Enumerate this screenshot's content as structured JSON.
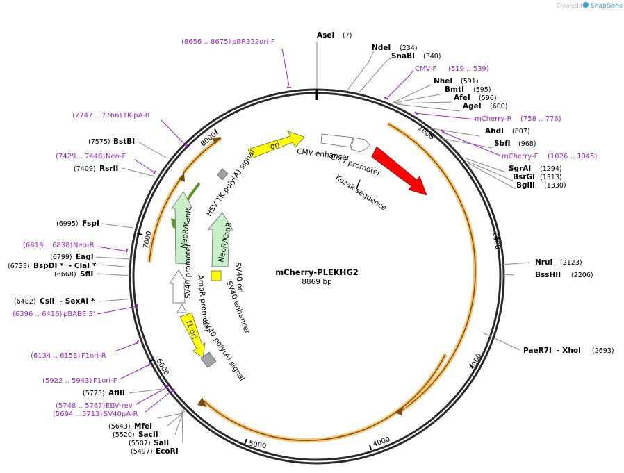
{
  "credit": {
    "created_by": "Created by",
    "brand": "SnapGene"
  },
  "plasmid": {
    "name": "mCherry-PLEKHG2",
    "size": "8869 bp"
  },
  "ticks": [
    "1000",
    "2000",
    "3000",
    "4000",
    "5000",
    "6000",
    "7000",
    "8000"
  ],
  "enzymes": [
    {
      "name": "AseI",
      "pos": "(7)"
    },
    {
      "name": "NdeI",
      "pos": "(234)"
    },
    {
      "name": "SnaBI",
      "pos": "(340)"
    },
    {
      "name": "NheI",
      "pos": "(591)"
    },
    {
      "name": "BmtI",
      "pos": "(595)"
    },
    {
      "name": "AfeI",
      "pos": "(596)"
    },
    {
      "name": "AgeI",
      "pos": "(600)"
    },
    {
      "name": "AhdI",
      "pos": "(807)"
    },
    {
      "name": "SbfI",
      "pos": "(968)"
    },
    {
      "name": "SgrAI",
      "pos": "(1294)"
    },
    {
      "name": "BsrGI",
      "pos": "(1313)"
    },
    {
      "name": "BglII",
      "pos": "(1330)"
    },
    {
      "name": "NruI",
      "pos": "(2123)"
    },
    {
      "name": "BssHII",
      "pos": "(2206)"
    },
    {
      "name": "PaeR7I  - XhoI",
      "pos": "(2693)"
    },
    {
      "name": "EcoRI",
      "pos": "(5497)"
    },
    {
      "name": "SalI",
      "pos": "(5507)"
    },
    {
      "name": "SacII",
      "pos": "(5520)"
    },
    {
      "name": "MfeI",
      "pos": "(5643)"
    },
    {
      "name": "AflII",
      "pos": "(5775)"
    },
    {
      "name": "CsiI  - SexAI *",
      "pos": "(6482)"
    },
    {
      "name": "SfiI",
      "pos": "(6668)"
    },
    {
      "name": "BspDI *  - ClaI *",
      "pos": "(6733)"
    },
    {
      "name": "EagI",
      "pos": "(6799)"
    },
    {
      "name": "FspI",
      "pos": "(6995)"
    },
    {
      "name": "RsrII",
      "pos": "(7409)"
    },
    {
      "name": "BstBI",
      "pos": "(7575)"
    }
  ],
  "primers": [
    {
      "name": "pBR322ori-F",
      "range": "(8656 .. 8675)"
    },
    {
      "name": "CMV-F",
      "range": "(519 .. 539)"
    },
    {
      "name": "mCherry-R",
      "range": "(758 .. 776)"
    },
    {
      "name": "mCherry-F",
      "range": "(1026 .. 1045)"
    },
    {
      "name": "TK-pA-R",
      "range": "(7747 .. 7766)"
    },
    {
      "name": "Neo-F",
      "range": "(7429 .. 7448)"
    },
    {
      "name": "Neo-R",
      "range": "(6819 .. 6838)"
    },
    {
      "name": "pBABE 3'",
      "range": "(6396 .. 6416)"
    },
    {
      "name": "F1ori-R",
      "range": "(6134 .. 6153)"
    },
    {
      "name": "F1ori-F",
      "range": "(5922 .. 5943)"
    },
    {
      "name": "EBV-rev",
      "range": "(5748 .. 5767)"
    },
    {
      "name": "SV40pA-R",
      "range": "(5694 .. 5713)"
    }
  ],
  "features": {
    "mcherry": "mCherry",
    "ori": "ori",
    "cmv_enhancer": "CMV enhancer",
    "cmv_promoter": "CMV promoter",
    "kozak": "Kozak sequence",
    "hsv_tk": "HSV TK poly(A) signal",
    "neokanr_outer": "NeoR/KanR",
    "neokanr_inner": "NeoR/KanR",
    "sv40_promoter": "SV40 promoter",
    "ampr_promoter": "AmpR promoter",
    "sv40_ori": "SV40 ori",
    "sv40_enhancer": "SV40 enhancer",
    "f1_ori": "f1 ori",
    "sv40_polya": "SV40 poly(A) signal"
  },
  "colors": {
    "enzyme_text": "#000000",
    "primer": "#a020d8",
    "mcherry": "#ff0000",
    "ori": "#ffff00",
    "neokanr": "#c8f0c8",
    "orange_highlight": "#f6c46a",
    "grey_feature": "#a0a4a8",
    "snapgene_blue": "#3aa0d8"
  }
}
